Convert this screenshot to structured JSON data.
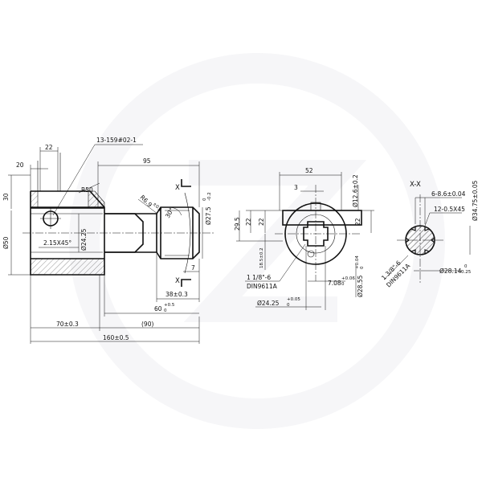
{
  "watermark": {
    "color": "#f2f2f5"
  },
  "views": {
    "side": {
      "part_number": "13-159#02-1",
      "section_marker": "X",
      "dims": {
        "d22": "22",
        "d20": "20",
        "d95": "95",
        "r50": "R50",
        "d30": "30",
        "d50": "Ø50",
        "chamfer": "2.15X45°",
        "d2425": "Ø24.25",
        "r69": "R6.9",
        "r69_tol": "±0.1",
        "a30": "30°",
        "d2795": "Ø27.5",
        "d2795_tol": "-0.2",
        "d2795_tol_up": "0",
        "d7": "7",
        "d38": "38±0.3",
        "d60": "60",
        "d60_tol_up": "+0.5",
        "d60_tol_low": "0",
        "d70": "70±0.3",
        "d90": "(90)",
        "d160": "160±0.5"
      }
    },
    "end": {
      "dims": {
        "d52": "52",
        "d3": "3",
        "d126": "Ø12.6±0.2",
        "d22a": "22",
        "d295": "29.5",
        "d22b": "22",
        "d22c": "22",
        "d185": "18.5±0.2",
        "d708": "7.08",
        "d708_tol_up": "+0.06",
        "d708_tol_low": "0",
        "d2855": "Ø28.55",
        "d2855_tol_up": "+0.04",
        "d2855_tol_low": "0",
        "d2425": "Ø24.25",
        "d2425_tol_up": "+0.05",
        "d2425_tol_low": "0",
        "spline": "1 1/8\"-6",
        "standard": "DIN9611A"
      }
    },
    "section": {
      "title": "X-X",
      "dims": {
        "teeth": "6-8.6±0.04",
        "chamfer": "12-0.5X45",
        "d3475": "Ø34.75±0.05",
        "d2814": "Ø28.14",
        "d2814_tol_up": "0",
        "d2814_tol_low": "-0.25",
        "spline": "1 3/8\"-6",
        "standard": "DIN9611A"
      }
    }
  }
}
